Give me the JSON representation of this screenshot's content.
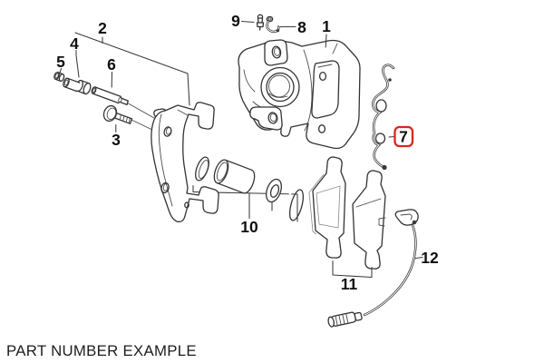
{
  "diagram": {
    "kind": "exploded-parts-drawing",
    "footer_label": "PART NUMBER EXAMPLE",
    "selected_callout": "7"
  },
  "colors": {
    "background": "#ffffff",
    "line": "#333333",
    "label_text": "#0f0f0f",
    "highlight_red": "#d7261f"
  },
  "callouts": [
    {
      "label": "1",
      "part": "caliper-housing",
      "highlighted": false
    },
    {
      "label": "2",
      "part": "caliper-carrier",
      "highlighted": false
    },
    {
      "label": "3",
      "part": "guide-bolt",
      "highlighted": false
    },
    {
      "label": "4",
      "part": "guide-bushing",
      "highlighted": false
    },
    {
      "label": "5",
      "part": "protection-cap",
      "highlighted": false
    },
    {
      "label": "6",
      "part": "guide-pin",
      "highlighted": false
    },
    {
      "label": "7",
      "part": "retaining-spring",
      "highlighted": true
    },
    {
      "label": "8",
      "part": "retainer-clip",
      "highlighted": false
    },
    {
      "label": "9",
      "part": "bleeder-valve",
      "highlighted": false
    },
    {
      "label": "10",
      "part": "piston-repair-kit",
      "highlighted": false
    },
    {
      "label": "11",
      "part": "brake-pad-set",
      "highlighted": false
    },
    {
      "label": "12",
      "part": "wear-sensor",
      "highlighted": false
    }
  ]
}
